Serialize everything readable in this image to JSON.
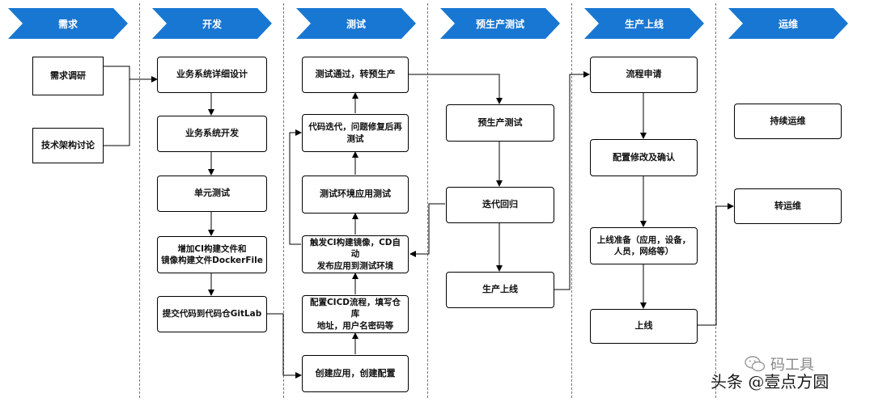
{
  "stages": {
    "s1": "需求",
    "s2": "开发",
    "s3": "测试",
    "s4": "预生产测试",
    "s5": "生产上线",
    "s6": "运维"
  },
  "nodes": {
    "req_research": "需求调研",
    "tech_arch": "技术架构讨论",
    "biz_design": "业务系统详细设计",
    "biz_dev": "业务系统开发",
    "unit_test": "单元测试",
    "add_ci": "增加CI构建文件和\n镜像构建文件DockerFile",
    "commit_code": "提交代码到代码仓GitLab",
    "test_pass": "测试通过，转预生产",
    "iterate": "代码迭代，问题修复后再\n测试",
    "env_test": "测试环境应用测试",
    "trigger_ci": "触发CI构建镜像，CD自动\n发布应用到测试环境",
    "config_cicd": "配置CICD流程，填写仓库\n地址，用户名密码等",
    "create_app": "创建应用，创建配置",
    "preprod_test": "预生产测试",
    "iter_regress": "迭代回归",
    "prod_online": "生产上线",
    "flow_apply": "流程申请",
    "config_modify": "配置修改及确认",
    "online_prep": "上线准备（应用，设备，\n人员，网络等）",
    "online": "上线",
    "ops_continue": "持续运维",
    "to_ops": "转运维"
  },
  "watermark": {
    "top_text": "码工具",
    "bottom_text": "头条 @壹点方圆"
  },
  "colors": {
    "stage_fill": "#1877d2",
    "stage_text": "#ffffff",
    "box_border": "#000000",
    "line": "#000000",
    "divider": "#777777"
  }
}
